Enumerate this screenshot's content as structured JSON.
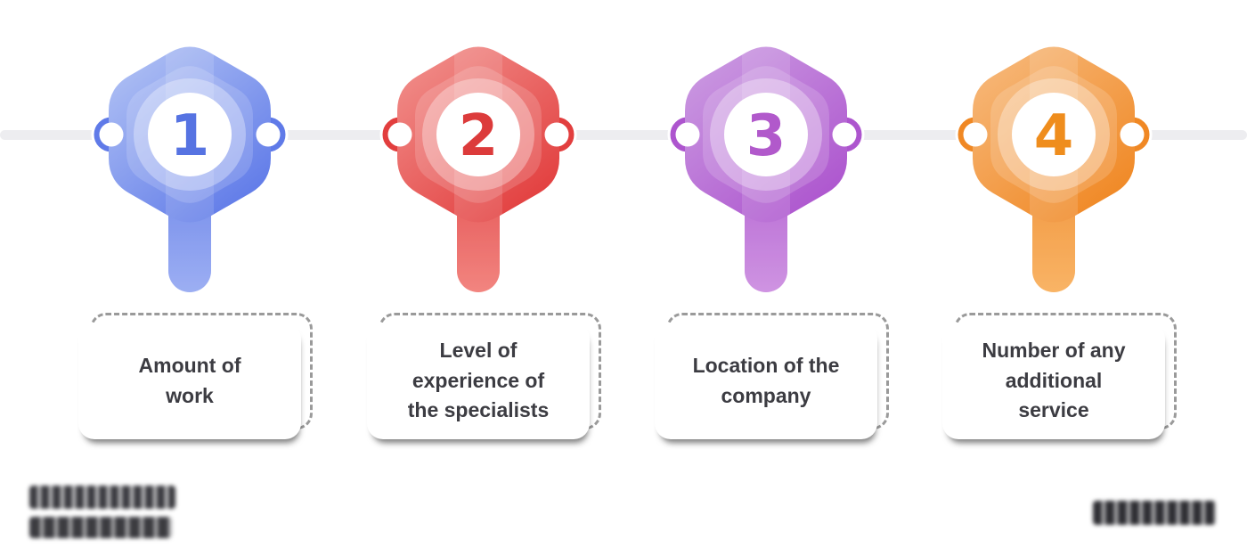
{
  "canvas": {
    "background": "#ffffff"
  },
  "timeline": {
    "line_color": "#ededf0"
  },
  "steps": [
    {
      "number": "1",
      "label": "Amount of work",
      "label_display": "Amount of\nwork",
      "colors": {
        "light": "#b6c6f5",
        "deep": "#5f7ae8",
        "stem": "#8ea3f1",
        "number": "#5673e2"
      }
    },
    {
      "number": "2",
      "label": "Level of experience of the specialists",
      "label_display": "Level of\nexperience of\nthe specialists",
      "colors": {
        "light": "#f29490",
        "deep": "#e23e3e",
        "stem": "#f0736d",
        "number": "#dc3b3b"
      }
    },
    {
      "number": "3",
      "label": "Location of the company",
      "label_display": "Location of the\ncompany",
      "colors": {
        "light": "#cd9fe3",
        "deep": "#ad55ce",
        "stem": "#c884de",
        "number": "#b159cb"
      }
    },
    {
      "number": "4",
      "label": "Number of any additional service",
      "label_display": "Number of any\nadditional\nservice",
      "colors": {
        "light": "#f7bc81",
        "deep": "#f08824",
        "stem": "#f8a94f",
        "number": "#ef8d1d"
      }
    }
  ]
}
